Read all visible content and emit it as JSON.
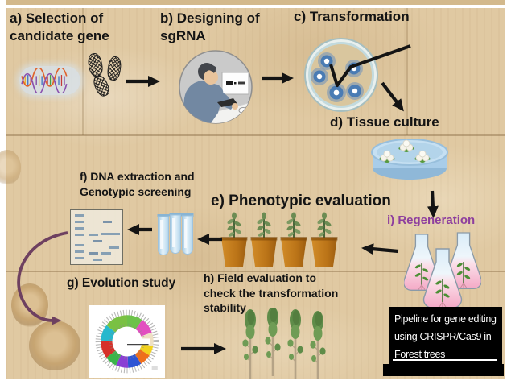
{
  "steps": {
    "a": {
      "line1": "a) Selection of",
      "line2": "candidate gene"
    },
    "b": {
      "line1": "b) Designing of",
      "line2": "sgRNA"
    },
    "c": {
      "label": "c) Transformation"
    },
    "d": {
      "label": "d) Tissue culture"
    },
    "e": {
      "label": "e) Phenotypic evaluation"
    },
    "f": {
      "line1": "f) DNA extraction and",
      "line2": "Genotypic screening"
    },
    "g": {
      "label": "g) Evolution study"
    },
    "h": {
      "line1": "h) Field evaluation to",
      "line2": "check the transformation",
      "line3": "stability"
    },
    "i": {
      "label": "i) Regeneration"
    }
  },
  "caption": {
    "line1": "Pipeline for gene editing",
    "line2": "using CRISPR/Cas9 in",
    "line3": "Forest trees"
  },
  "icons": {
    "dna-helix-icon": "double helix DNA strand",
    "sgrna-structure-icon": "sgRNA secondary structure sketch",
    "researcher-computer-icon": "scientist designing sgRNA at computer",
    "micro-needle-icon": "micro-injection needle",
    "petri-dish-cells-icon": "petri dish with transformed cells",
    "petri-dish-callus-icon": "petri dish with callus cultures",
    "culture-flasks-icon": "flasks with regenerating plantlets",
    "potted-plants-icon": "four potted plants",
    "test-tubes-icon": "three test tubes with DNA samples",
    "gel-electrophoresis-icon": "gel electrophoresis band pattern",
    "phylogenetic-tree-icon": "circular phylogenetic tree",
    "field-trees-icon": "four field-grown trees"
  },
  "colors": {
    "label_text": "#141414",
    "regeneration_label": "#8e3f9e",
    "arrow": "#141414",
    "curved_arrow": "#6e4060",
    "wood_background": "#e0c9a2",
    "caption_background": "#000000",
    "caption_text": "#ffffff"
  }
}
